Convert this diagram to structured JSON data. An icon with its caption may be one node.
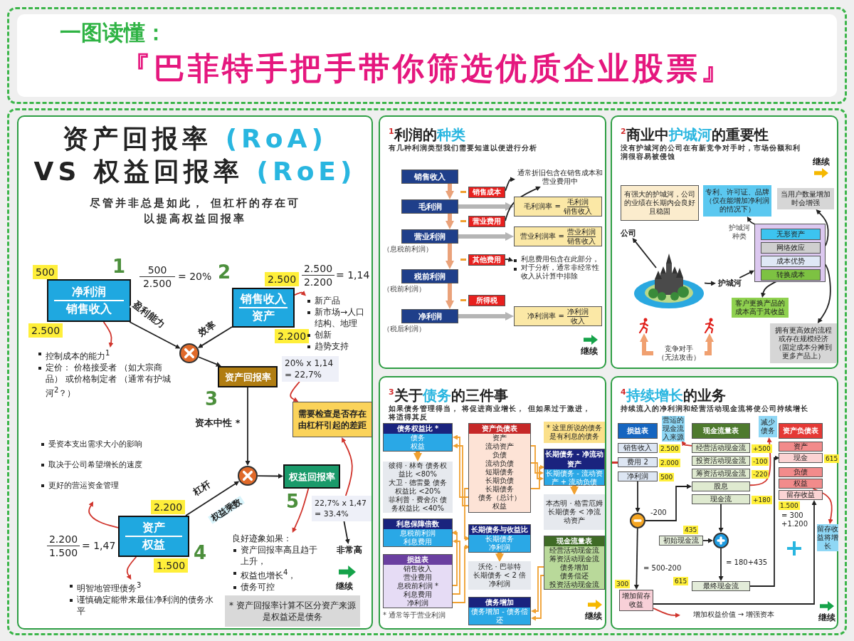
{
  "diagram": {
    "title": "『巴菲特手把手带你筛选优质企业股票』",
    "nodes": [
      {
        "text": [
          "资产回报率 **(RoA)**",
          "VS 权益回报率 **(RoE)**",
          "尽管并非总是如此， 但杠杆的存在可以提高权益回报率"
        ]
      },
      {
        "text": [
          "净利润",
          "销售收入"
        ],
        "in": 0,
        "beside": [
          "500",
          "2.500",
          "1"
        ]
      },
      {
        "text": [
          "销售收入",
          "资产"
        ],
        "in": 0,
        "beside": [
          "2.500",
          "2.200",
          "2"
        ]
      },
      {
        "text": [],
        "shape": "circle",
        "in": 0
      },
      {
        "text": [
          "资产回报率"
        ],
        "in": 0,
        "beside": [
          "3"
        ]
      },
      {
        "text": [],
        "shape": "circle",
        "in": 0
      },
      {
        "text": [
          "权益回报率"
        ],
        "in": 0,
        "beside": [
          "5"
        ]
      },
      {
        "text": [
          "需要检查是否存在由杠杆引起的差距"
        ],
        "in": 0
      },
      {
        "text": [
          "资产",
          "权益"
        ],
        "in": 0,
        "beside": [
          "2.200",
          "1.500",
          "4"
        ]
      },
      {
        "text": [
          "控制成本的能力$^{1}$",
          "定价： 价格接受者 （如大宗商品） 或价格制定者 （通常有护城河$^{2}$？）"
        ],
        "in": 0
      },
      {
        "text": [
          "新产品",
          "新市场→人口结构、地理",
          "创新",
          "趋势支持"
        ],
        "in": 0
      },
      {
        "text": [
          "良好迹象如果：",
          "资产回报率高且趋于上升，",
          "权益也增长$^{4}$，",
          "债务可控"
        ],
        "in": 0
      },
      {
        "text": [
          "非常高"
        ],
        "in": 0
      },
      {
        "text": [
          "22,7% x 1,47",
          "= 33.4%"
        ],
        "in": 0
      },
      {
        "text": [
          "20% x 1,14",
          "= 22,7%"
        ],
        "in": 0
      },
      {
        "text": [
          "明智地管理债务$^{3}$",
          "谨慎确定能带来最佳净利润的债务水平"
        ],
        "in": 0
      },
      {
        "text": [
          "受资本支出需求大小的影响",
          "取决于公司希望增长的速度",
          "更好的营运资金管理"
        ],
        "in": 0
      },
      {
        "text": [
          "* 资产回报率计算不区分资产来源是权益还是债务"
        ],
        "in": 0
      },
      {
        "text": [
          "$^{1}$利润的**种类**",
          "有几种利润类型我们需要知道以便进行分析"
        ]
      },
      {
        "text": [
          "销售收入"
        ],
        "in": 18
      },
      {
        "text": [
          "毛利润"
        ],
        "in": 18
      },
      {
        "text": [
          "营业利润"
        ],
        "in": 18,
        "beside": [
          "（息税前利润）"
        ]
      },
      {
        "text": [
          "税前利润"
        ],
        "in": 18,
        "beside": [
          "（税前利润）"
        ]
      },
      {
        "text": [
          "净利润"
        ],
        "in": 18,
        "beside": [
          "（税后利润）"
        ]
      },
      {
        "text": [
          "销售成本"
        ],
        "in": 18
      },
      {
        "text": [
          "营业费用"
        ],
        "in": 18
      },
      {
        "text": [
          "其他费用"
        ],
        "in": 18
      },
      {
        "text": [
          "所得税"
        ],
        "in": 18
      },
      {
        "text": [
          "毛利润率 =",
          "毛利润",
          "销售收入"
        ],
        "in": 18
      },
      {
        "text": [
          "营业利润率 =",
          "营业利润",
          "销售收入"
        ],
        "in": 18
      },
      {
        "text": [
          "净利润率 =",
          "净利润",
          "收入"
        ],
        "in": 18
      },
      {
        "text": [
          "通常折旧包含在销售成本和营业费用中"
        ],
        "in": 18
      },
      {
        "text": [
          "利息费用包含在此部分，",
          "对于分析，通常非经常性收入从计算中排除"
        ],
        "in": 18
      },
      {
        "text": [
          "$^{2}$商业中**护城河**的重要性",
          "没有护城河的公司在有新竞争对手时，市场份额和利润很容易被侵蚀"
        ]
      },
      {
        "text": [
          "有强大的护城河，公司的业绩在长期内会良好且稳固"
        ],
        "in": 33
      },
      {
        "text": [],
        "shape": "picture",
        "in": 33
      },
      {
        "text": [
          "公司"
        ],
        "in": 33
      },
      {
        "text": [
          "护城河"
        ],
        "in": 33
      },
      {
        "text": [],
        "shape": "box",
        "in": 33,
        "beside": [
          "护城河种类"
        ]
      },
      {
        "text": [
          "无形资产"
        ],
        "in": 38
      },
      {
        "text": [
          "网络效应"
        ],
        "in": 38
      },
      {
        "text": [
          "成本优势"
        ],
        "in": 38
      },
      {
        "text": [
          "转换成本"
        ],
        "in": 38
      },
      {
        "text": [
          "专利、许可证、品牌（仅在能增加净利润的情况下）"
        ],
        "in": 33
      },
      {
        "text": [
          "当用户数量增加时会增强"
        ],
        "in": 33
      },
      {
        "text": [
          "客户更换产品的成本高于其收益"
        ],
        "in": 33
      },
      {
        "text": [
          "拥有更高效的流程或存在规模经济（固定成本分摊到更多产品上）"
        ],
        "in": 33
      },
      {
        "text": [],
        "shape": "person",
        "in": 33
      },
      {
        "text": [],
        "shape": "person",
        "in": 33
      },
      {
        "text": [
          "竞争对手",
          "（无法攻击）"
        ],
        "in": 33
      },
      {
        "text": [
          "$^{3}$关于**债务**的三件事",
          "如果债务管理得当， 将促进商业增长， 但如果过于激进，将适得其反"
        ]
      },
      {
        "text": [
          "债务权益比 *",
          "债务",
          "权益"
        ],
        "in": 50
      },
      {
        "text": [
          "彼得 · 林奇 债务权益比 <80%",
          "大卫 · 德雷曼 债务权益比 <20%",
          "菲利普 · 费舍尔 债务权益比 <40%"
        ],
        "in": 50
      },
      {
        "text": [
          "利息保障倍数",
          "息税前利润",
          "利息费用"
        ],
        "in": 50
      },
      {
        "text": [
          "损益表",
          "销售收入",
          "营业费用",
          "息税前利润 *",
          "利息费用",
          "净利润"
        ],
        "in": 50,
        "beside": [
          "* 通常等于营业利润"
        ]
      },
      {
        "text": [
          "资产负债表",
          "资产",
          "流动资产",
          "负债",
          "流动负债",
          "短期债务",
          "长期负债",
          "长期债务",
          "债务（总计）",
          "权益"
        ],
        "in": 50
      },
      {
        "text": [
          "长期债务与收益比",
          "长期债务",
          "净利润"
        ],
        "in": 50
      },
      {
        "text": [
          "沃伦 · 巴菲特",
          "长期债务 < 2 倍净利润"
        ],
        "in": 50
      },
      {
        "text": [
          "* 这里所说的债务是有利息的债务"
        ],
        "in": 50
      },
      {
        "text": [
          "长期债务 - 净流动资产",
          "长期债务 - 流动资产 + 流动负债"
        ],
        "in": 50
      },
      {
        "text": [
          "本杰明 · 格雷厄姆",
          "长期债务 < 净流动资产"
        ],
        "in": 50
      },
      {
        "text": [
          "现金流量表",
          "经营活动现金流",
          "筹资活动现金流",
          "债务增加",
          "债务偿还",
          "投资活动现金流"
        ],
        "in": 50
      },
      {
        "text": [
          "债务增加",
          "债务增加 - 债务偿还"
        ],
        "in": 50
      },
      {
        "text": [
          "$^{4}$**持续增长**的业务",
          "持续流入的净利润和经营活动现金流将使公司持续增长"
        ]
      },
      {
        "text": [
          "损益表"
        ],
        "in": 63
      },
      {
        "text": [
          "销售收入"
        ],
        "in": 63,
        "beside": [
          "2.500"
        ]
      },
      {
        "text": [
          "费用 2"
        ],
        "in": 63,
        "beside": [
          "2.000"
        ]
      },
      {
        "text": [
          "净利润"
        ],
        "in": 63,
        "beside": [
          "500"
        ]
      },
      {
        "text": [
          "营运的现金流入来源"
        ],
        "in": 63
      },
      {
        "text": [
          "现金流量表"
        ],
        "in": 63
      },
      {
        "text": [
          "经营活动现金流"
        ],
        "in": 63,
        "beside": [
          "+500"
        ]
      },
      {
        "text": [
          "投资活动现金流"
        ],
        "in": 63,
        "beside": [
          "-100"
        ]
      },
      {
        "text": [
          "筹资活动现金流"
        ],
        "in": 63,
        "beside": [
          "-220"
        ]
      },
      {
        "text": [
          "股息"
        ],
        "in": 63
      },
      {
        "text": [
          "现金流"
        ],
        "in": 63,
        "beside": [
          "+180"
        ]
      },
      {
        "text": [
          "减少债务"
        ],
        "in": 63
      },
      {
        "text": [
          "资产负债表"
        ],
        "in": 63
      },
      {
        "text": [
          "资产"
        ],
        "in": 63
      },
      {
        "text": [
          "现金"
        ],
        "in": 63,
        "beside": [
          "615"
        ]
      },
      {
        "text": [
          "负债"
        ],
        "in": 63
      },
      {
        "text": [
          "权益"
        ],
        "in": 63
      },
      {
        "text": [
          "留存收益"
        ],
        "in": 63,
        "beside": [
          "1.500"
        ]
      },
      {
        "text": [
          "留存收益将增长"
        ],
        "in": 63
      },
      {
        "text": [],
        "shape": "circle",
        "in": 63
      },
      {
        "text": [],
        "shape": "circle",
        "in": 63
      },
      {
        "text": [
          "初始现金流"
        ],
        "in": 63,
        "beside": [
          "435"
        ]
      },
      {
        "text": [
          "最终现金流"
        ],
        "in": 63,
        "beside": [
          "615"
        ]
      },
      {
        "text": [
          "增加留存收益"
        ],
        "in": 63,
        "beside": [
          "300"
        ]
      },
      {
        "text": [
          "增加权益价值 → 增强资本"
        ],
        "in": 63
      }
    ],
    "edges": [
      {
        "from": 1,
        "to": 3,
        "arrow": "to",
        "label": "盈利能力"
      },
      {
        "from": 2,
        "to": 3,
        "arrow": "to",
        "label": "效率"
      },
      {
        "from": 3,
        "to": 4,
        "arrow": "to"
      },
      {
        "from": 4,
        "to": 5,
        "arrow": "to",
        "label": "资本中性 *"
      },
      {
        "from": 8,
        "to": 5,
        "arrow": "to",
        "label": "杠杆"
      },
      {
        "from": 5,
        "to": 6,
        "arrow": "to"
      },
      {
        "from": 1,
        "to": 9,
        "arrow": "to",
        "color": "#d0342c"
      },
      {
        "from": 2,
        "to": 10,
        "arrow": "to",
        "color": "#d0342c"
      },
      {
        "from": 6,
        "to": 11,
        "arrow": "to",
        "color": "#d0342c"
      },
      {
        "from": 8,
        "to": 15,
        "arrow": "to",
        "color": "#d0342c"
      },
      {
        "from": 8,
        "to": 16,
        "arrow": "to",
        "color": "#d0342c"
      },
      {
        "from": 14,
        "to": 7,
        "arrow": "to",
        "color": "#d0342c"
      },
      {
        "from": 13,
        "to": 7,
        "arrow": "to",
        "color": "#d0342c"
      },
      {
        "from": 13,
        "to": 12,
        "arrow": "to"
      },
      {
        "from": 19,
        "to": 20,
        "arrow": "to",
        "style": "thick",
        "color": "#eaa27a"
      },
      {
        "from": 20,
        "to": 21,
        "arrow": "to",
        "style": "thick",
        "color": "#eaa27a"
      },
      {
        "from": 21,
        "to": 22,
        "arrow": "to",
        "style": "thick",
        "color": "#eaa27a"
      },
      {
        "from": 22,
        "to": 23,
        "arrow": "to",
        "style": "thick",
        "color": "#eaa27a"
      },
      {
        "from": 20,
        "to": 28,
        "arrow": "to",
        "style": "thick",
        "color": "#b5b5b5"
      },
      {
        "from": 21,
        "to": 29,
        "arrow": "to",
        "style": "thick",
        "color": "#b5b5b5"
      },
      {
        "from": 23,
        "to": 30,
        "arrow": "to",
        "style": "thick",
        "color": "#b5b5b5"
      },
      {
        "from": 24,
        "to": 31,
        "arrow": "to"
      },
      {
        "from": 25,
        "to": 31,
        "arrow": "to"
      },
      {
        "from": 26,
        "to": 32,
        "arrow": "to"
      },
      {
        "from": 35,
        "to": 36,
        "arrow": "to"
      },
      {
        "from": 35,
        "to": 37,
        "arrow": "to"
      },
      {
        "from": 37,
        "to": 38,
        "arrow": "to"
      },
      {
        "from": 39,
        "to": 43,
        "arrow": "to"
      },
      {
        "from": 40,
        "to": 44,
        "arrow": "to"
      },
      {
        "from": 41,
        "to": 46,
        "arrow": "to"
      },
      {
        "from": 42,
        "to": 45,
        "arrow": "to"
      },
      {
        "from": 49,
        "to": 47,
        "arrow": "to",
        "style": "thick",
        "color": "#f0a070"
      },
      {
        "from": 49,
        "to": 48,
        "arrow": "to",
        "style": "thick",
        "color": "#f0a070"
      },
      {
        "from": 51,
        "to": 52,
        "arrow": "to",
        "style": "thick",
        "color": "#f0a030"
      },
      {
        "from": 56,
        "to": 57,
        "arrow": "to",
        "style": "thick",
        "color": "#f0a030"
      },
      {
        "from": 59,
        "to": 60,
        "arrow": "to",
        "style": "thick",
        "color": "#f0a030"
      },
      {
        "from": 55,
        "to": 51,
        "arrow": "to",
        "color": "#f0a030"
      },
      {
        "from": 55,
        "to": 51,
        "arrow": "to",
        "color": "#f0a030"
      },
      {
        "from": 55,
        "to": 59,
        "arrow": "to",
        "color": "#f0a030"
      },
      {
        "from": 55,
        "to": 59,
        "arrow": "to",
        "color": "#f0a030"
      },
      {
        "from": 55,
        "to": 59,
        "arrow": "to",
        "color": "#f0a030"
      },
      {
        "from": 55,
        "to": 56,
        "arrow": "to",
        "color": "#f0a030"
      },
      {
        "from": 54,
        "to": 53,
        "arrow": "to",
        "color": "#f0a030"
      },
      {
        "from": 54,
        "to": 53,
        "arrow": "to",
        "color": "#f0a030"
      },
      {
        "from": 54,
        "to": 56,
        "arrow": "to",
        "color": "#f0a030"
      },
      {
        "from": 61,
        "to": 62,
        "arrow": "to",
        "color": "#f0a030"
      },
      {
        "from": 61,
        "to": 62,
        "arrow": "to",
        "color": "#f0a030"
      },
      {
        "from": 67,
        "to": 83,
        "arrow": "to"
      },
      {
        "from": 83,
        "to": 73,
        "arrow": "to"
      },
      {
        "from": 83,
        "to": 87,
        "arrow": "to"
      },
      {
        "from": 74,
        "to": 84,
        "arrow": "to"
      },
      {
        "from": 85,
        "to": 84,
        "arrow": "to"
      },
      {
        "from": 84,
        "to": 86,
        "arrow": "to"
      },
      {
        "from": 86,
        "to": 78,
        "arrow": "to"
      },
      {
        "from": 87,
        "to": 81,
        "arrow": "to"
      },
      {
        "from": 87,
        "to": 88,
        "arrow": "to",
        "color": "#d0342c"
      },
      {
        "from": 70,
        "to": 68,
        "arrow": "to",
        "color": "#d0342c"
      },
      {
        "from": 73,
        "to": 75,
        "arrow": "to",
        "color": "#d0342c"
      },
      {
        "from": 80,
        "to": 82,
        "arrow": "to",
        "color": "#d0342c"
      }
    ],
    "labels": [
      "一图读懂：",
      "500",
      "2.500",
      "= 20%",
      "2.500",
      "2.200",
      "= 1,14",
      "权益乘数",
      "2.200",
      "1.500",
      "= 1,47",
      "继续",
      "继续",
      "继续",
      "继续",
      "-200",
      "= 500-200",
      "= 180+435",
      "= 300 +1.200",
      "继续"
    ]
  }
}
